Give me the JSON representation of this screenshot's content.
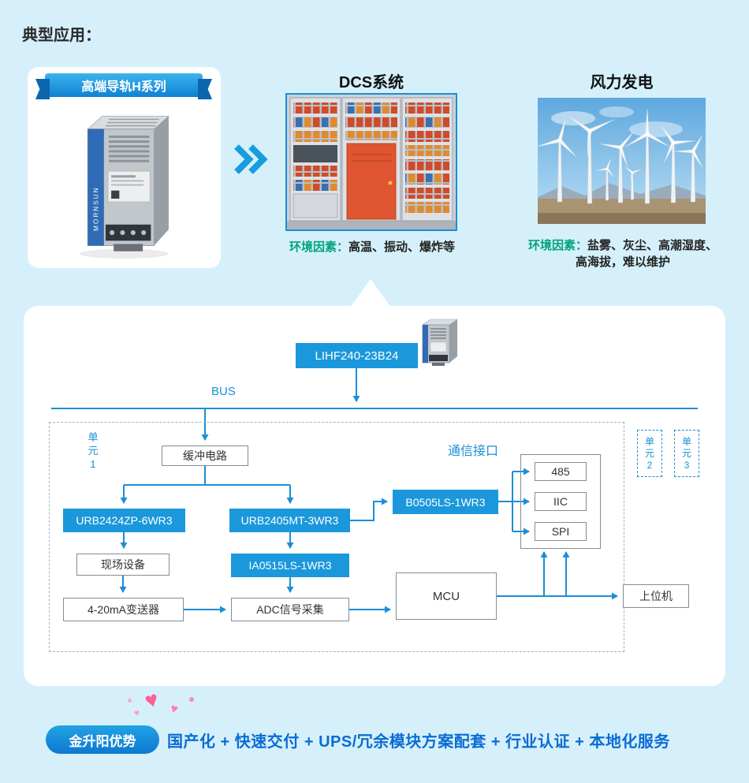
{
  "page": {
    "title": "典型应用："
  },
  "product_card": {
    "ribbon_label": "高端导轨H系列",
    "brand": "MORNSUN"
  },
  "sections": {
    "dcs": {
      "title": "DCS系统",
      "env_label": "环境因素：",
      "env_text": "高温、振动、爆炸等"
    },
    "wind": {
      "title": "风力发电",
      "env_label": "环境因素：",
      "env_line1": "盐雾、灰尘、高潮湿度、",
      "env_line2": "高海拔，难以维护"
    }
  },
  "diagram": {
    "module_label": "LIHF240-23B24",
    "bus_label": "BUS",
    "comm_title": "通信接口",
    "units": {
      "unit1": "单元1",
      "unit2": "单元2",
      "unit3": "单元3"
    },
    "nodes": {
      "buffer": "缓冲电路",
      "urb2424": "URB2424ZP-6WR3",
      "urb2405": "URB2405MT-3WR3",
      "field_device": "现场设备",
      "ia0515": "IA0515LS-1WR3",
      "transmitter": "4-20mA变送器",
      "adc": "ADC信号采集",
      "b0505": "B0505LS-1WR3",
      "if485": "485",
      "iic": "IIC",
      "spi": "SPI",
      "mcu": "MCU",
      "host": "上位机"
    }
  },
  "footer": {
    "badge": "金升阳优势",
    "slogan": "国产化 + 快速交付 + UPS/冗余模块方案配套 + 行业认证 + 本地化服务"
  },
  "icons": {
    "heart": "♥"
  },
  "colors": {
    "background": "#d5f0fa",
    "accent_blue": "#1b98db",
    "line_blue": "#1b8fd6",
    "env_label_green": "#00a381",
    "slogan_blue": "#0a6cd4",
    "ribbon_blue": "#0f82d2",
    "pink": "#ff5d93"
  }
}
